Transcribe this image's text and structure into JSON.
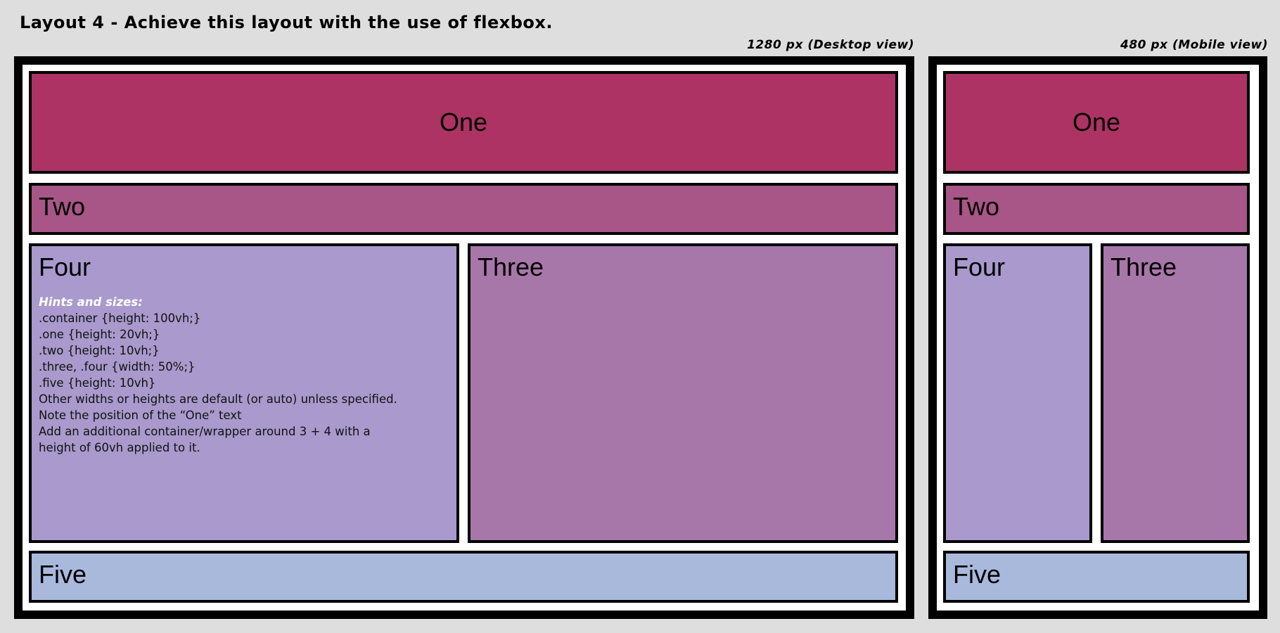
{
  "heading": "Layout 4 - Achieve this layout with the use of flexbox.",
  "desktop": {
    "caption": "1280 px (Desktop view)",
    "one": "One",
    "two": "Two",
    "three": "Three",
    "four": "Four",
    "five": "Five",
    "hints": {
      "title": "Hints and sizes:",
      "lines": [
        ".container {height: 100vh;}",
        ".one {height: 20vh;}",
        ".two {height: 10vh;}",
        ".three, .four {width: 50%;}",
        ".five {height: 10vh}",
        "Other widths or heights are default (or auto) unless specified.",
        "Note the position of the “One” text",
        "Add an additional container/wrapper around 3 + 4 with a",
        "height of 60vh applied to it."
      ]
    }
  },
  "mobile": {
    "caption": "480 px (Mobile view)",
    "one": "One",
    "two": "Two",
    "three": "Three",
    "four": "Four",
    "five": "Five"
  },
  "colors": {
    "one": "#ac3363",
    "two": "#a85587",
    "three": "#a877aa",
    "four": "#a999cc",
    "five": "#a9b9dc"
  }
}
